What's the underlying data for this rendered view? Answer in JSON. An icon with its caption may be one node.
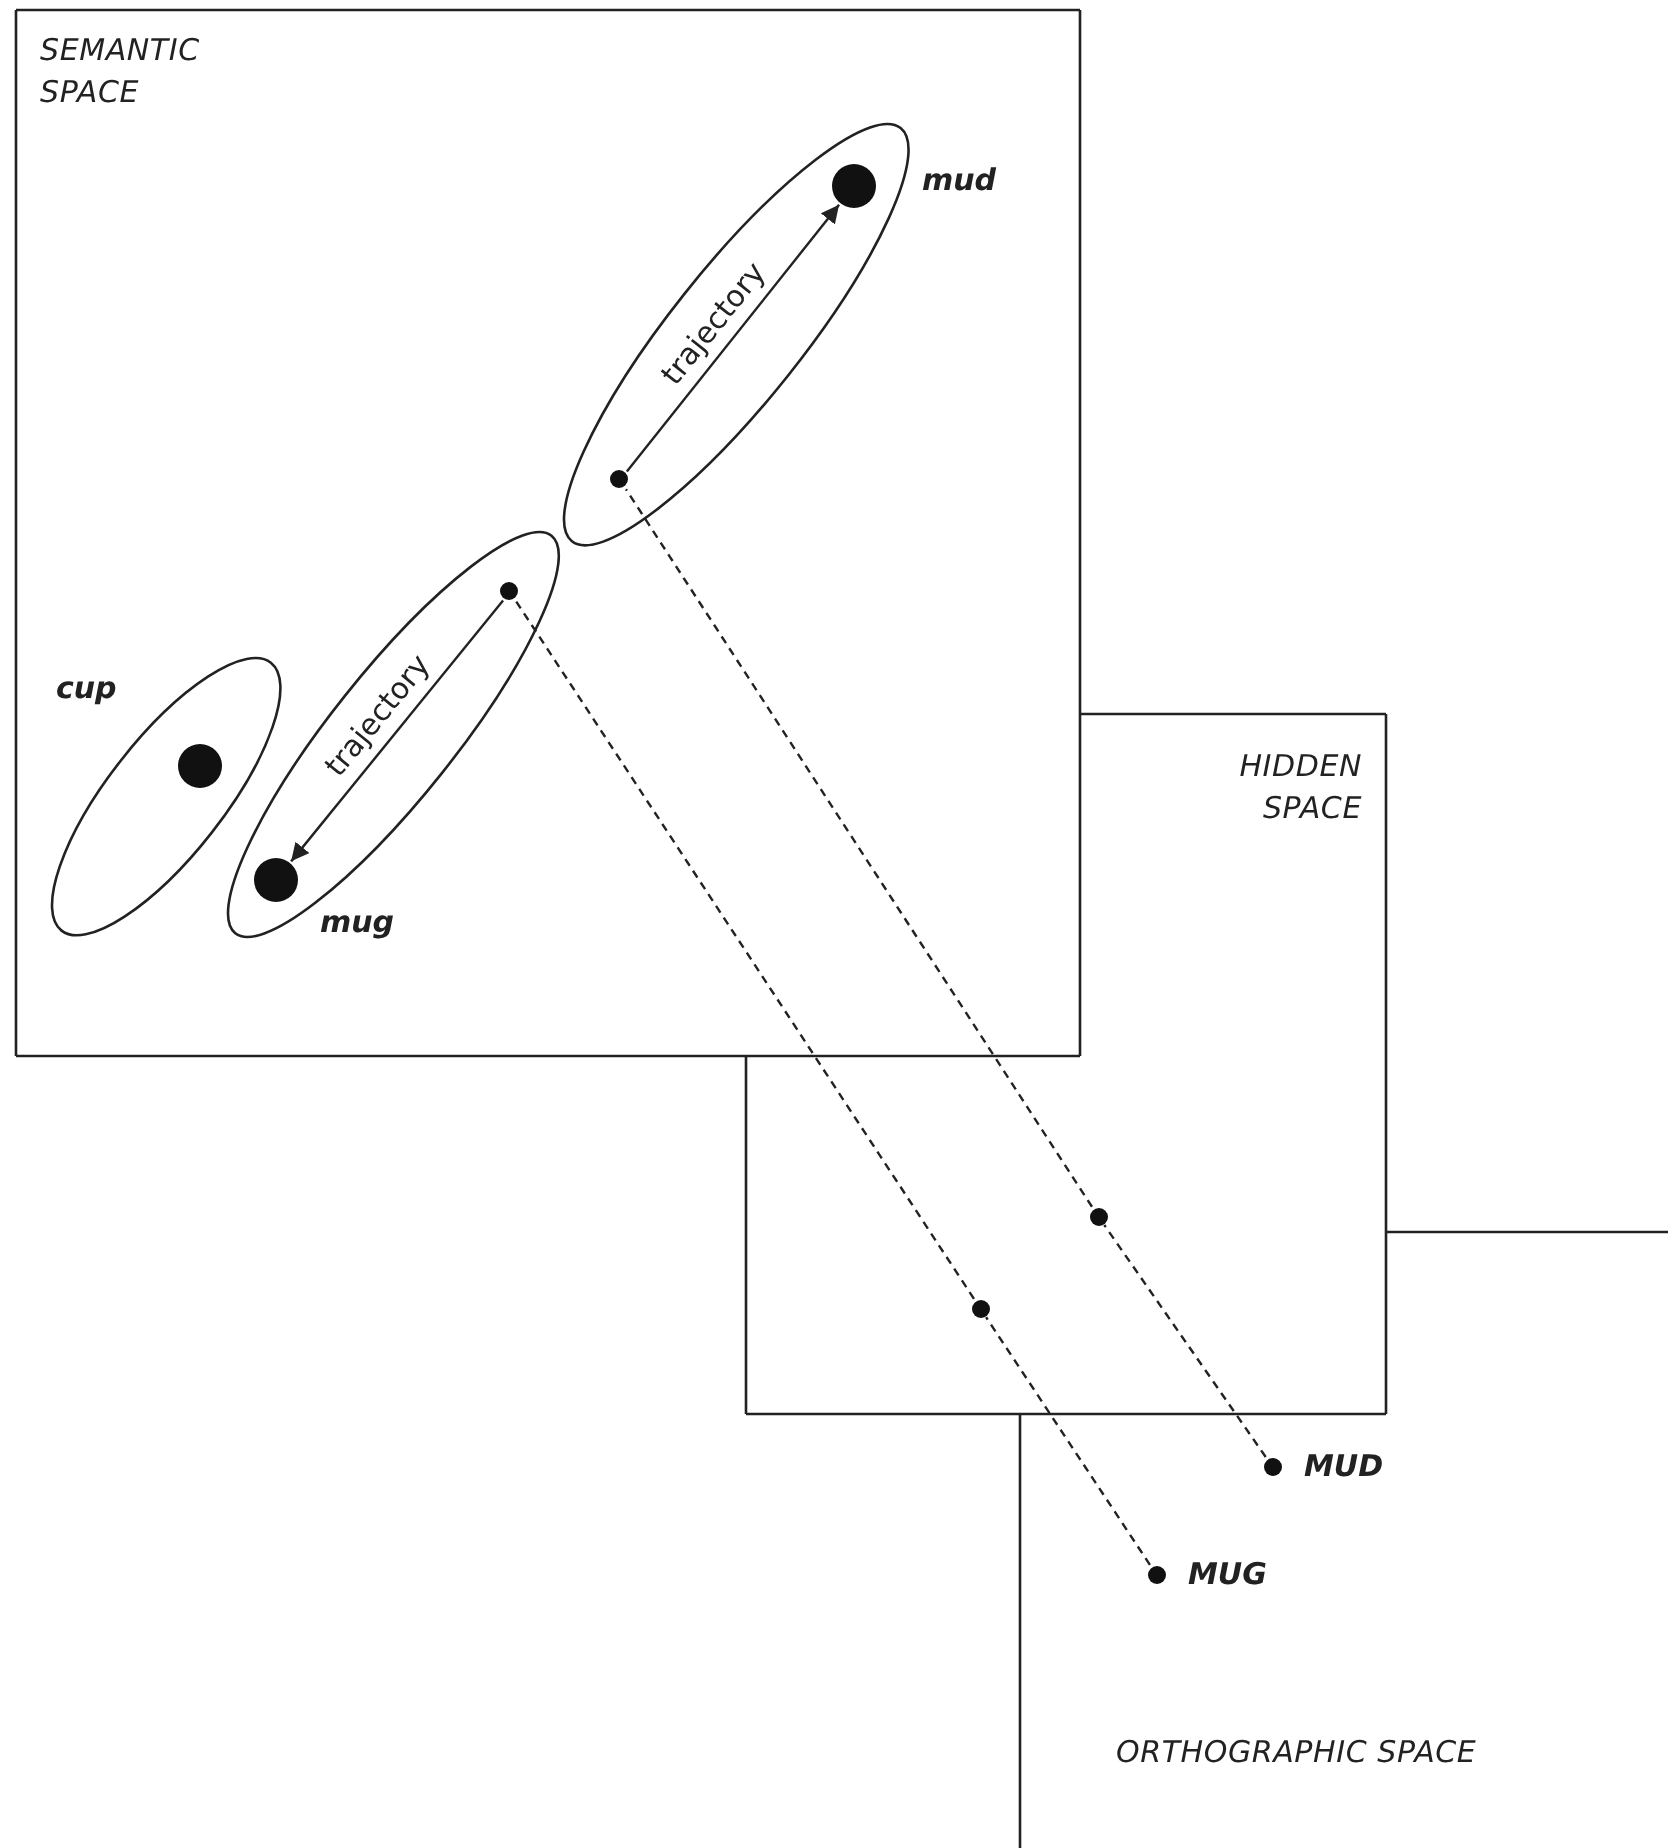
{
  "diagram": {
    "nodes": [
      {
        "text": [
          "SEMANTIC SPACE"
        ]
      },
      {
        "text": [
          "HIDDEN SPACE"
        ]
      },
      {
        "text": [
          "ORTHOGRAPHIC SPACE"
        ]
      },
      {
        "text": [],
        "shape": "ellipse",
        "in": 0
      },
      {
        "text": [],
        "shape": "circle",
        "in": 3,
        "beside": [
          "cup"
        ]
      },
      {
        "text": [],
        "shape": "ellipse",
        "in": 0
      },
      {
        "text": [],
        "shape": "circle",
        "in": 5
      },
      {
        "text": [],
        "shape": "circle",
        "in": 5,
        "beside": [
          "mug"
        ]
      },
      {
        "text": [],
        "shape": "ellipse",
        "in": 0
      },
      {
        "text": [],
        "shape": "circle",
        "in": 8
      },
      {
        "text": [],
        "shape": "circle",
        "in": 8,
        "beside": [
          "mud"
        ]
      },
      {
        "text": [],
        "shape": "circle",
        "in": 1
      },
      {
        "text": [],
        "shape": "circle",
        "in": 1
      },
      {
        "text": [],
        "shape": "circle",
        "in": 2,
        "beside": [
          "MUG"
        ]
      },
      {
        "text": [],
        "shape": "circle",
        "in": 2,
        "beside": [
          "MUD"
        ]
      }
    ],
    "edges": [
      {
        "from": 6,
        "to": 7,
        "arrow": "to",
        "label": "trajectory"
      },
      {
        "from": 9,
        "to": 10,
        "arrow": "to",
        "label": "trajectory"
      },
      {
        "from": 13,
        "to": 11,
        "arrow": "none",
        "style": "dashed"
      },
      {
        "from": 11,
        "to": 6,
        "arrow": "none",
        "style": "dashed"
      },
      {
        "from": 14,
        "to": 12,
        "arrow": "none",
        "style": "dashed"
      },
      {
        "from": 12,
        "to": 9,
        "arrow": "none",
        "style": "dashed"
      }
    ]
  }
}
